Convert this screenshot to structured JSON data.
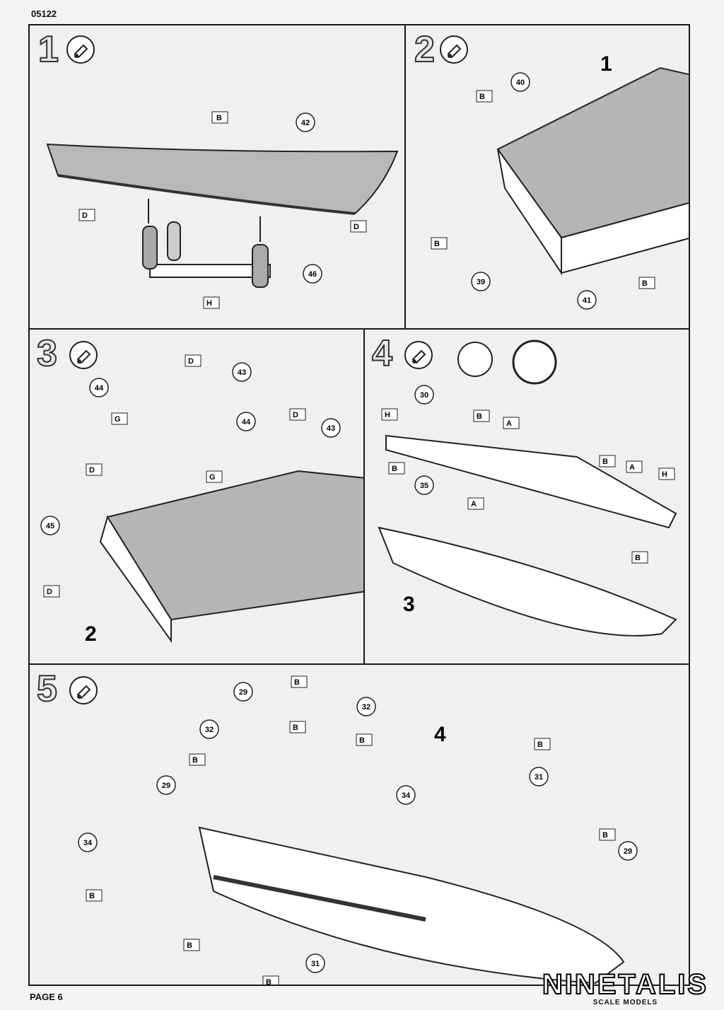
{
  "header": {
    "code": "05122"
  },
  "footer": {
    "page": "PAGE 6",
    "brand": "NINETALIS",
    "brand_sub": "SCALE MODELS"
  },
  "steps": [
    {
      "number": "1",
      "parts": [
        "42",
        "46"
      ],
      "paints": [
        "B",
        "D",
        "D",
        "H"
      ]
    },
    {
      "number": "2",
      "assembly": "1",
      "parts": [
        "40",
        "39",
        "41"
      ],
      "paints": [
        "B",
        "B",
        "B"
      ]
    },
    {
      "number": "3",
      "assembly": "2",
      "parts": [
        "44",
        "43",
        "44",
        "43",
        "45"
      ],
      "paints": [
        "D",
        "G",
        "D",
        "G",
        "D",
        "D"
      ]
    },
    {
      "number": "4",
      "assembly": "3",
      "parts": [
        "30",
        "35"
      ],
      "paints": [
        "H",
        "B",
        "A",
        "B",
        "B",
        "A",
        "H",
        "A",
        "B"
      ]
    },
    {
      "number": "5",
      "assembly": "4",
      "parts": [
        "29",
        "32",
        "32",
        "29",
        "34",
        "34",
        "31",
        "31",
        "29"
      ],
      "paints": [
        "B",
        "B",
        "B",
        "B",
        "B",
        "B",
        "B",
        "B",
        "B"
      ]
    }
  ],
  "icons": {
    "glue": "glue-tube-icon",
    "tape": "tape-icon",
    "clock": "drying-clock-icon"
  }
}
